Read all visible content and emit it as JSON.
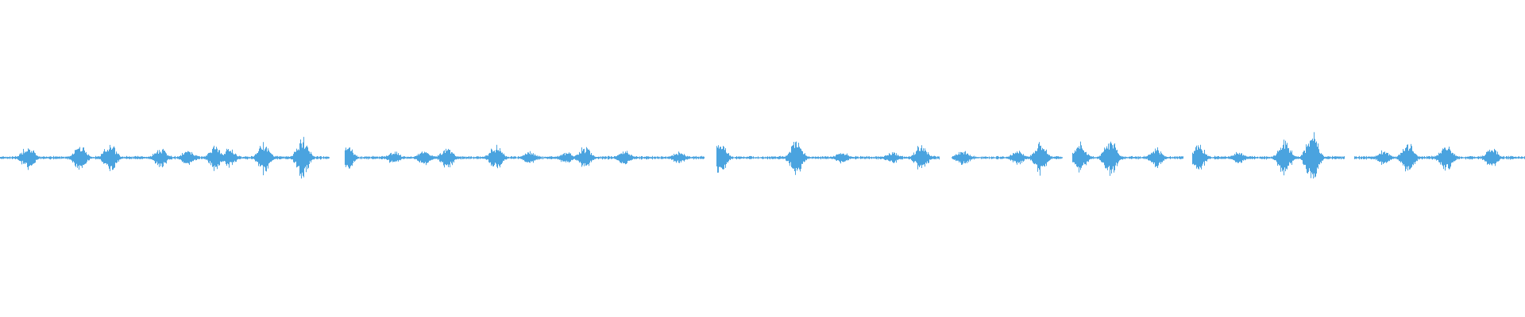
{
  "waveform": {
    "color": "#4aa3df",
    "background": "#ffffff",
    "amplitude_range": [
      -1,
      1
    ],
    "segments": [
      {
        "start": 0.0,
        "end": 0.216
      },
      {
        "start": 0.226,
        "end": 0.462
      },
      {
        "start": 0.47,
        "end": 0.616
      },
      {
        "start": 0.624,
        "end": 0.697
      },
      {
        "start": 0.703,
        "end": 0.776
      },
      {
        "start": 0.782,
        "end": 0.882
      },
      {
        "start": 0.888,
        "end": 1.0
      }
    ],
    "peaks": [
      {
        "t": 0.018,
        "a": 0.1
      },
      {
        "t": 0.052,
        "a": 0.11
      },
      {
        "t": 0.072,
        "a": 0.12
      },
      {
        "t": 0.105,
        "a": 0.08
      },
      {
        "t": 0.123,
        "a": 0.07
      },
      {
        "t": 0.141,
        "a": 0.1
      },
      {
        "t": 0.15,
        "a": 0.08
      },
      {
        "t": 0.173,
        "a": 0.13
      },
      {
        "t": 0.198,
        "a": 0.16
      },
      {
        "t": 0.227,
        "a": 0.12
      },
      {
        "t": 0.258,
        "a": 0.05
      },
      {
        "t": 0.278,
        "a": 0.06
      },
      {
        "t": 0.293,
        "a": 0.09
      },
      {
        "t": 0.325,
        "a": 0.1
      },
      {
        "t": 0.347,
        "a": 0.05
      },
      {
        "t": 0.371,
        "a": 0.05
      },
      {
        "t": 0.383,
        "a": 0.09
      },
      {
        "t": 0.409,
        "a": 0.06
      },
      {
        "t": 0.445,
        "a": 0.05
      },
      {
        "t": 0.472,
        "a": 0.13
      },
      {
        "t": 0.522,
        "a": 0.15
      },
      {
        "t": 0.552,
        "a": 0.05
      },
      {
        "t": 0.585,
        "a": 0.05
      },
      {
        "t": 0.604,
        "a": 0.11
      },
      {
        "t": 0.631,
        "a": 0.07
      },
      {
        "t": 0.667,
        "a": 0.06
      },
      {
        "t": 0.682,
        "a": 0.13
      },
      {
        "t": 0.708,
        "a": 0.12
      },
      {
        "t": 0.728,
        "a": 0.15
      },
      {
        "t": 0.758,
        "a": 0.08
      },
      {
        "t": 0.786,
        "a": 0.11
      },
      {
        "t": 0.812,
        "a": 0.05
      },
      {
        "t": 0.842,
        "a": 0.14
      },
      {
        "t": 0.86,
        "a": 0.2
      },
      {
        "t": 0.907,
        "a": 0.06
      },
      {
        "t": 0.923,
        "a": 0.12
      },
      {
        "t": 0.948,
        "a": 0.11
      },
      {
        "t": 0.978,
        "a": 0.08
      }
    ]
  }
}
